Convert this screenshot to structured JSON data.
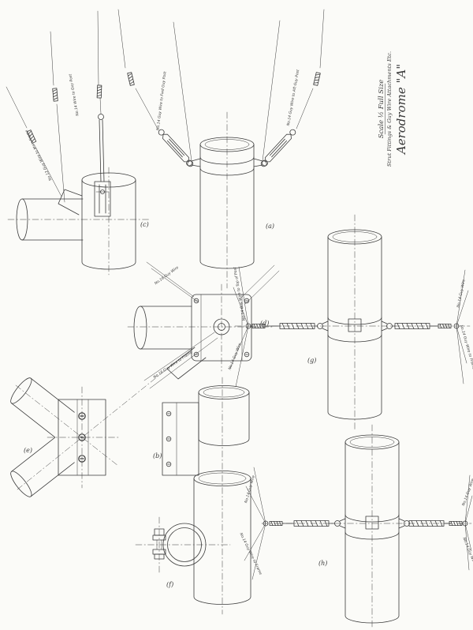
{
  "title_block": {
    "line1": "Aerodrome \"A\"",
    "line2": "Strut Fittings & Guy Wire Attachments Etc.",
    "line3": "Scale ½ Full Size"
  },
  "view_labels": {
    "a": "(a)",
    "b": "(b)",
    "c": "(c)",
    "d": "(d)",
    "e": "(e)",
    "f": "(f)",
    "g": "(g)",
    "h": "(h)"
  },
  "annotations": [
    {
      "text": "No.14 Guy Wire to Fwd Guy Post"
    },
    {
      "text": "No.14 Guy Wire to Aft Guy Post"
    },
    {
      "text": "No.12 Guy Wire to Main Frame"
    },
    {
      "text": "No.14 Wire to Guy Post"
    },
    {
      "text": "No.16 Guy Wire"
    },
    {
      "text": "No.16 Guy Wire to Frame"
    },
    {
      "text": "No.14 Guy Wire to Top of Post"
    },
    {
      "text": "No.14 Guy Wire"
    },
    {
      "text": "No.14 Guy Wire"
    },
    {
      "text": "No.14 Guy Wire to Frame"
    },
    {
      "text": "No.14 Guy Wire"
    },
    {
      "text": "No.14 Guy Wire to Frame"
    },
    {
      "text": "No.14 Guy Wire"
    },
    {
      "text": "No.14 Guy Wire"
    }
  ],
  "colors": {
    "ink": "#3b3b3b",
    "paper": "#fbfbf8"
  }
}
